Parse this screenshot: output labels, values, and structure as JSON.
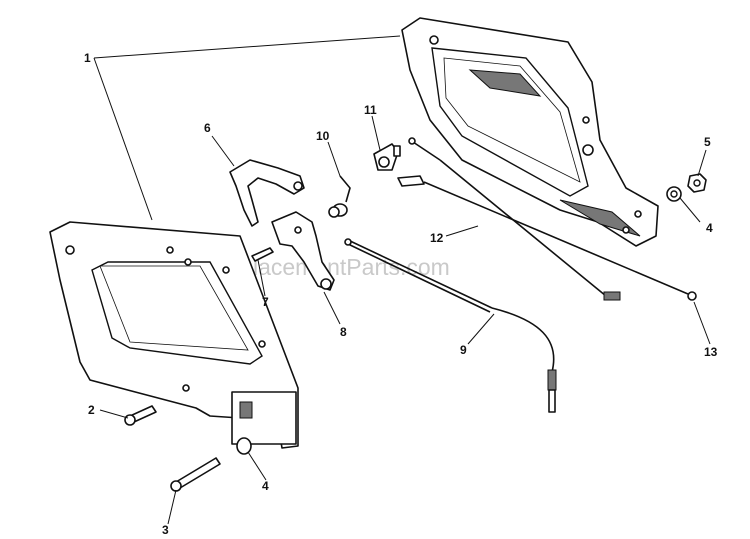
{
  "watermark": "eReplacementParts.com",
  "callouts": [
    {
      "id": "1",
      "text": "1"
    },
    {
      "id": "2",
      "text": "2"
    },
    {
      "id": "3",
      "text": "3"
    },
    {
      "id": "4a",
      "text": "4"
    },
    {
      "id": "4b",
      "text": "4"
    },
    {
      "id": "5",
      "text": "5"
    },
    {
      "id": "6",
      "text": "6"
    },
    {
      "id": "7",
      "text": "7"
    },
    {
      "id": "8",
      "text": "8"
    },
    {
      "id": "9",
      "text": "9"
    },
    {
      "id": "10",
      "text": "10"
    },
    {
      "id": "11",
      "text": "11"
    },
    {
      "id": "12",
      "text": "12"
    },
    {
      "id": "13",
      "text": "13"
    }
  ]
}
